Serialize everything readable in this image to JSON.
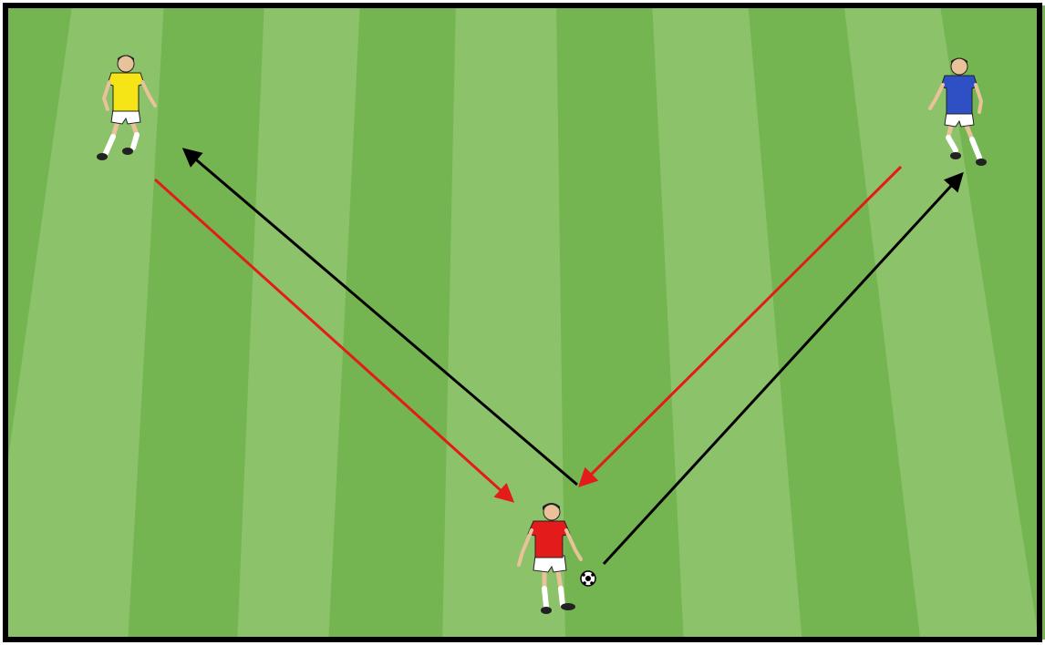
{
  "pitch": {
    "stripe_light": "#8cc36a",
    "stripe_dark": "#74b552",
    "border_color": "#000000"
  },
  "players": [
    {
      "id": "yellow",
      "shirt_color": "#f5e516",
      "role": "wide player",
      "icon": "player-figure-icon"
    },
    {
      "id": "blue",
      "shirt_color": "#2f4fc4",
      "role": "wide player",
      "icon": "player-figure-icon"
    },
    {
      "id": "red",
      "shirt_color": "#e31b1b",
      "role": "central player with ball",
      "icon": "player-figure-icon"
    }
  ],
  "ball": {
    "icon": "soccer-ball-icon"
  },
  "arrows": [
    {
      "id": "yellow-to-red",
      "color": "#e31b1b",
      "meaning": "pass"
    },
    {
      "id": "red-to-yellow",
      "color": "#000000",
      "meaning": "pass"
    },
    {
      "id": "blue-to-red",
      "color": "#e31b1b",
      "meaning": "pass"
    },
    {
      "id": "red-to-blue",
      "color": "#000000",
      "meaning": "pass"
    }
  ]
}
